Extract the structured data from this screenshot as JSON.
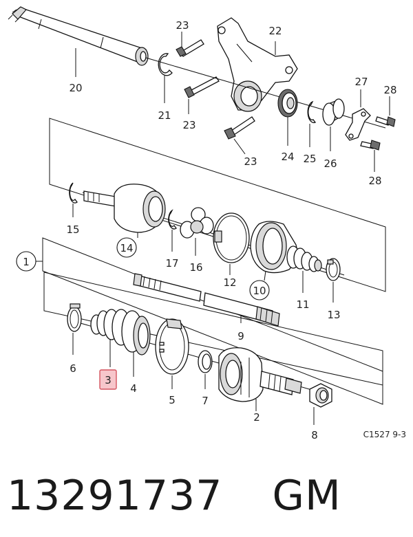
{
  "diagram": {
    "drawing_code": "C1527 9-3",
    "callouts": {
      "p1": "1",
      "p2": "2",
      "p3": "3",
      "p4": "4",
      "p5": "5",
      "p6": "6",
      "p7": "7",
      "p8": "8",
      "p9": "9",
      "p10": "10",
      "p11": "11",
      "p12": "12",
      "p13": "13",
      "p14": "14",
      "p15": "15",
      "p16": "16",
      "p17": "17",
      "p20": "20",
      "p21": "21",
      "p22": "22",
      "p23a": "23",
      "p23b": "23",
      "p23c": "23",
      "p24": "24",
      "p25": "25",
      "p26": "26",
      "p27": "27",
      "p28a": "28",
      "p28b": "28"
    },
    "highlighted_callout": "3",
    "highlight_color": "#f7c6cb"
  },
  "footer": {
    "part_number": "13291737",
    "brand": "GM"
  }
}
